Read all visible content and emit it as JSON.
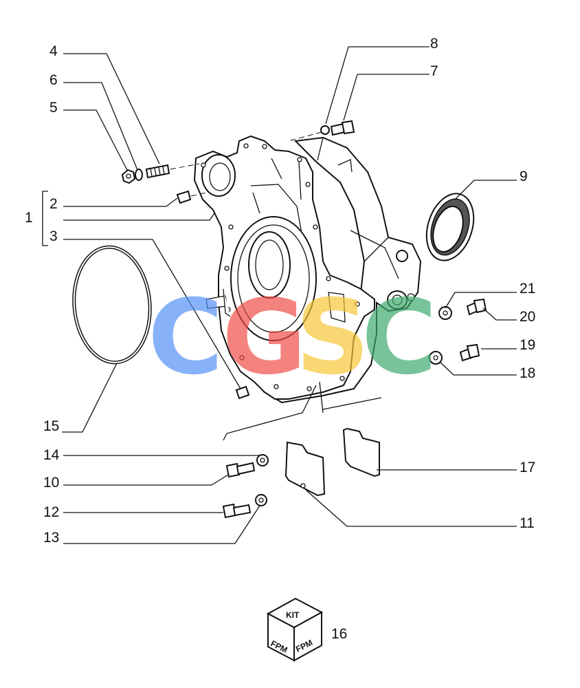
{
  "diagram": {
    "callouts": [
      {
        "id": "1",
        "label": "1"
      },
      {
        "id": "2",
        "label": "2"
      },
      {
        "id": "3",
        "label": "3"
      },
      {
        "id": "4",
        "label": "4"
      },
      {
        "id": "5",
        "label": "5"
      },
      {
        "id": "6",
        "label": "6"
      },
      {
        "id": "7",
        "label": "7"
      },
      {
        "id": "8",
        "label": "8"
      },
      {
        "id": "9",
        "label": "9"
      },
      {
        "id": "10",
        "label": "10"
      },
      {
        "id": "11",
        "label": "11"
      },
      {
        "id": "12",
        "label": "12"
      },
      {
        "id": "13",
        "label": "13"
      },
      {
        "id": "14",
        "label": "14"
      },
      {
        "id": "15",
        "label": "15"
      },
      {
        "id": "16",
        "label": "16"
      },
      {
        "id": "17",
        "label": "17"
      },
      {
        "id": "18",
        "label": "18"
      },
      {
        "id": "19",
        "label": "19"
      },
      {
        "id": "20",
        "label": "20"
      },
      {
        "id": "21",
        "label": "21"
      }
    ],
    "kit_box": {
      "label": "KIT",
      "side_marks": [
        "FPM",
        "FPM"
      ]
    },
    "watermark": {
      "letters": [
        "C",
        "G",
        "S",
        "C"
      ],
      "colors": [
        "#4f8ef7",
        "#ef4a43",
        "#f7c531",
        "#3aa86b"
      ]
    }
  }
}
